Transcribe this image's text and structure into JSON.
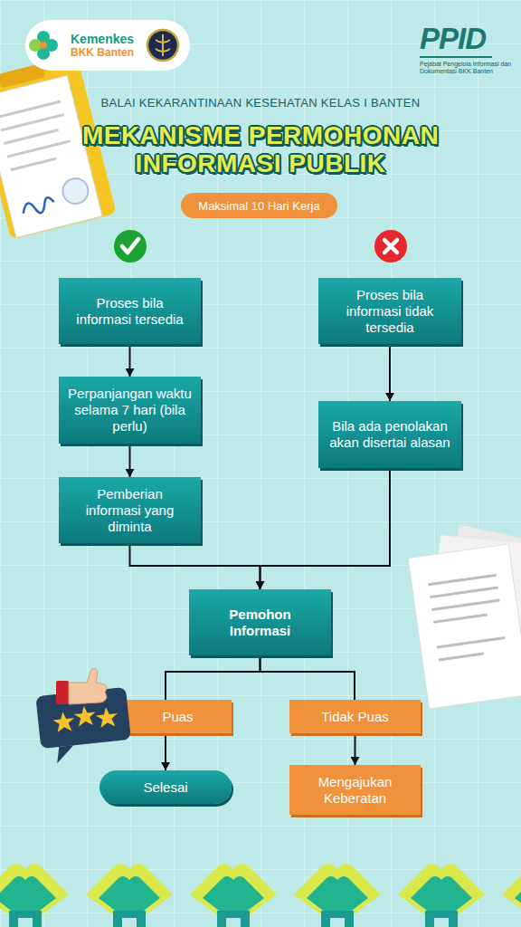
{
  "diagram": {
    "title": "MEKANISME PERMOHONAN INFORMASI PUBLIK",
    "nodes": [
      {
        "text": [
          "Kemenkes",
          "BKK Banten"
        ]
      },
      {
        "text": [
          "Maksimal 10 Hari Kerja"
        ]
      },
      {
        "text": [
          "Proses bila informasi tersedia"
        ]
      },
      {
        "text": [
          "Proses bila informasi tidak tersedia"
        ]
      },
      {
        "text": [
          "Perpanjangan waktu selama 7 hari (bila perlu)"
        ]
      },
      {
        "text": [
          "Bila ada penolakan akan disertai alasan"
        ]
      },
      {
        "text": [
          "Pemberian informasi yang diminta"
        ]
      },
      {
        "text": [
          "Pemohon Informasi"
        ]
      },
      {
        "text": [
          "Puas"
        ]
      },
      {
        "text": [
          "Tidak Puas"
        ]
      },
      {
        "text": [
          "Selesai"
        ]
      },
      {
        "text": [
          "Mengajukan Keberatan"
        ]
      }
    ],
    "edges": [
      {
        "from": 2,
        "to": 4,
        "arrow": "to"
      },
      {
        "from": 4,
        "to": 6,
        "arrow": "to"
      },
      {
        "from": 6,
        "to": 7,
        "arrow": "to"
      },
      {
        "from": 3,
        "to": 5,
        "arrow": "to"
      },
      {
        "from": 5,
        "to": 7,
        "arrow": "to"
      },
      {
        "from": 7,
        "to": 8,
        "arrow": "none"
      },
      {
        "from": 7,
        "to": 9,
        "arrow": "none"
      },
      {
        "from": 8,
        "to": 10,
        "arrow": "to"
      },
      {
        "from": 9,
        "to": 11,
        "arrow": "to"
      }
    ],
    "labels": [
      "BALAI KEKARANTINAAN KESEHATAN KELAS I BANTEN",
      "PPID",
      "Pejabat Pengelola Informasi dan Dokumentasi BKK Banten"
    ]
  }
}
